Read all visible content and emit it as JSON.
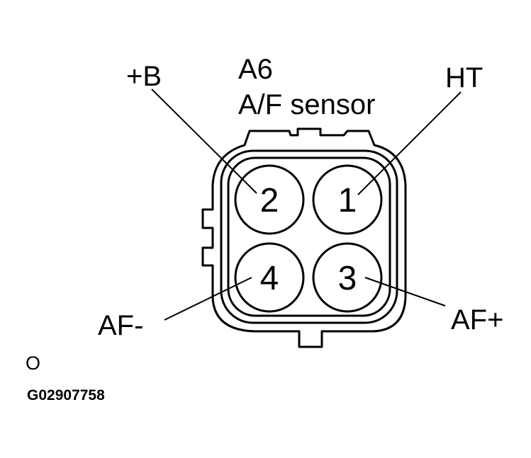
{
  "connector": {
    "id": "A6",
    "name": "A/F sensor"
  },
  "labels": {
    "plus_b": "+B",
    "ht": "HT",
    "af_minus": "AF-",
    "af_plus": "AF+"
  },
  "pins": [
    {
      "number": "2",
      "signal": "+B"
    },
    {
      "number": "1",
      "signal": "HT"
    },
    {
      "number": "4",
      "signal": "AF-"
    },
    {
      "number": "3",
      "signal": "AF+"
    }
  ],
  "footer": {
    "mark": "O",
    "figure_code": "G02907758"
  },
  "colors": {
    "line": "#000000",
    "background": "#ffffff"
  }
}
